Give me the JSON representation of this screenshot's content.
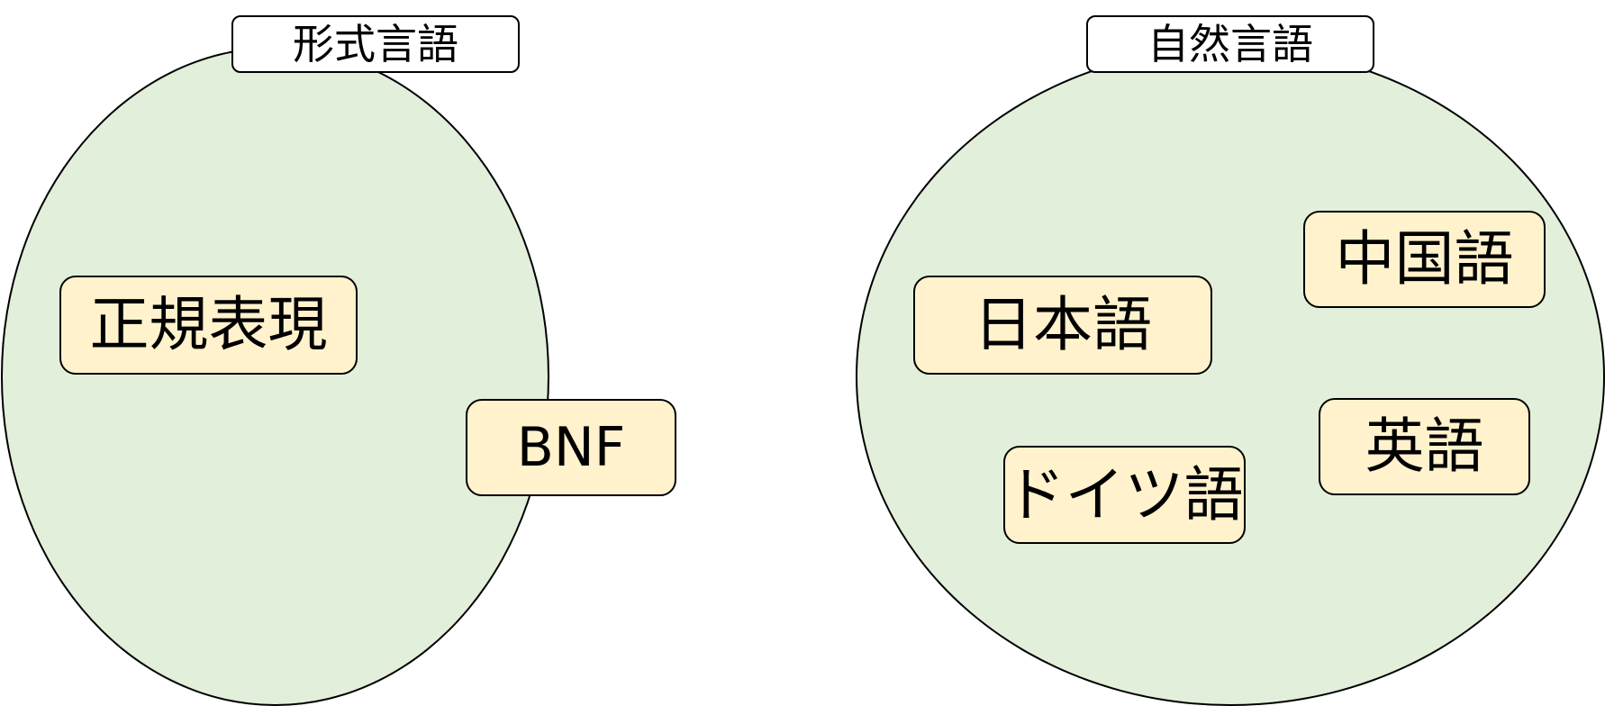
{
  "groups": [
    {
      "title": "形式言語",
      "items": [
        "正規表現",
        "BNF"
      ]
    },
    {
      "title": "自然言語",
      "items": [
        "中国語",
        "日本語",
        "英語",
        "ドイツ語"
      ]
    }
  ],
  "colors": {
    "ellipse_fill": "#e2efda",
    "item_fill": "#fff2cc",
    "title_fill": "#ffffff",
    "stroke": "#000000"
  }
}
